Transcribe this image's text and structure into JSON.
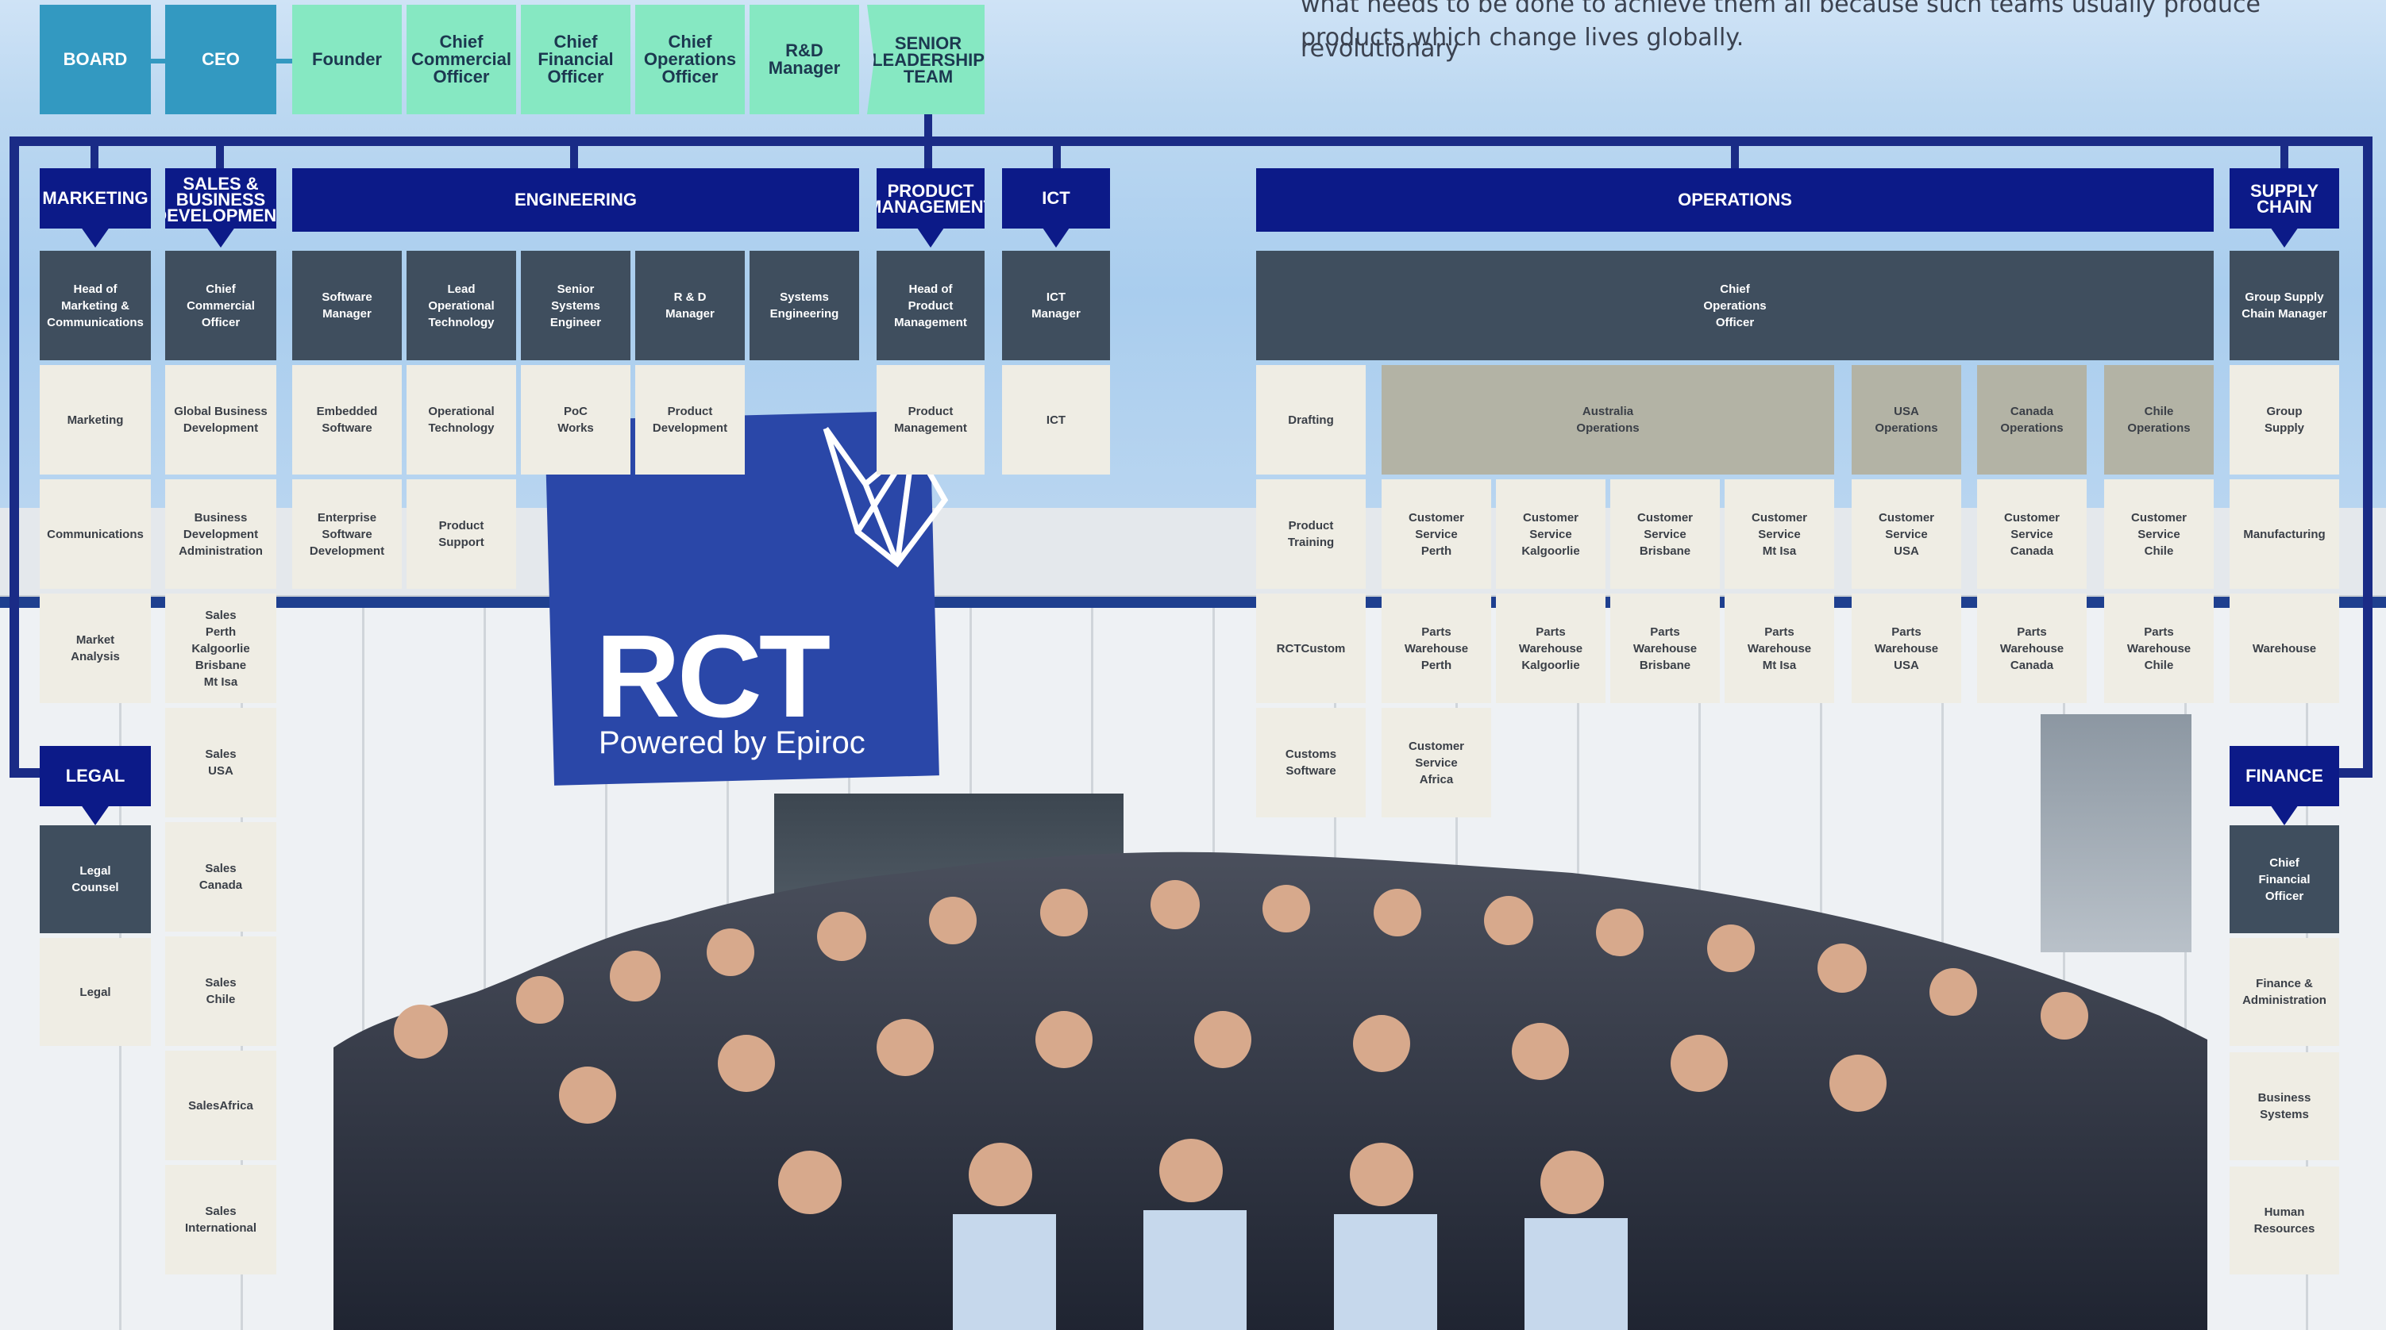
{
  "intro": {
    "line1": "what needs to be done to achieve them all because such teams usually produce revolutionary",
    "line2": "products which change lives globally."
  },
  "photo": {
    "sign_word": "RCT",
    "sign_subtitle": "Powered by Epiroc"
  },
  "colors": {
    "line": "#1a2b86",
    "board_ceo": "#3399c1",
    "leadership": "#86e8c2",
    "department": "#0c1a88",
    "head_role": "#3f4e5e",
    "team": "#efede4",
    "region": "#b3b3a5"
  },
  "top": {
    "board": "BOARD",
    "ceo": "CEO",
    "founder": "Founder",
    "cco": "Chief\nCommercial\nOfficer",
    "cfo": "Chief\nFinancial\nOfficer",
    "coo": "Chief\nOperations\nOfficer",
    "rd": "R&D\nManager",
    "slt": "SENIOR\nLEADERSHIP\nTEAM"
  },
  "depts": {
    "marketing": "MARKETING",
    "sales": "SALES &\nBUSINESS\nDEVELOPMENT",
    "engineering": "ENGINEERING",
    "product": "PRODUCT\nMANAGEMENT",
    "ict": "ICT",
    "operations": "OPERATIONS",
    "supply": "SUPPLY\nCHAIN",
    "legal": "LEGAL",
    "finance": "FINANCE"
  },
  "heads": {
    "marketing": "Head of\nMarketing &\nCommunications",
    "sales": "Chief\nCommercial\nOfficer",
    "software": "Software\nManager",
    "lead_ot": "Lead\nOperational\nTechnology",
    "senior_se": "Senior\nSystems\nEngineer",
    "rd": "R & D\nManager",
    "sys_eng": "Systems\nEngineering",
    "product": "Head of\nProduct\nManagement",
    "ict": "ICT\nManager",
    "operations": "Chief\nOperations\nOfficer",
    "supply": "Group Supply\nChain Manager",
    "legal": "Legal\nCounsel",
    "finance": "Chief\nFinancial\nOfficer"
  },
  "teams": {
    "marketing": [
      "Marketing",
      "Communications",
      "Market\nAnalysis"
    ],
    "sales": [
      "Global Business\nDevelopment",
      "Business\nDevelopment\nAdministration",
      "Sales\nPerth\nKalgoorlie\nBrisbane\nMt Isa",
      "Sales\nUSA",
      "Sales\nCanada",
      "Sales\nChile",
      "SalesAfrica",
      "Sales\nInternational"
    ],
    "software": [
      "Embedded\nSoftware",
      "Enterprise\nSoftware\nDevelopment"
    ],
    "lead_ot": [
      "Operational\nTechnology",
      "Product\nSupport"
    ],
    "senior_se": [
      "PoC\nWorks"
    ],
    "rd": [
      "Product\nDevelopment"
    ],
    "product": [
      "Product\nManagement"
    ],
    "ict": [
      "ICT"
    ],
    "ops_left": [
      "Drafting",
      "Product\nTraining",
      "RCTCustom",
      "Customs\nSoftware"
    ],
    "regions": [
      "Australia\nOperations",
      "USA\nOperations",
      "Canada\nOperations",
      "Chile\nOperations"
    ],
    "customer_service": [
      "Customer\nService\nPerth",
      "Customer\nService\nKalgoorlie",
      "Customer\nService\nBrisbane",
      "Customer\nService\nMt Isa",
      "Customer\nService\nUSA",
      "Customer\nService\nCanada",
      "Customer\nService\nChile"
    ],
    "parts_warehouse": [
      "Parts\nWarehouse\nPerth",
      "Parts\nWarehouse\nKalgoorlie",
      "Parts\nWarehouse\nBrisbane",
      "Parts\nWarehouse\nMt Isa",
      "Parts\nWarehouse\nUSA",
      "Parts\nWarehouse\nCanada",
      "Parts\nWarehouse\nChile"
    ],
    "cs_africa": "Customer\nService\nAfrica",
    "supply": [
      "Group\nSupply",
      "Manufacturing",
      "Warehouse"
    ],
    "legal": [
      "Legal"
    ],
    "finance": [
      "Finance &\nAdministration",
      "Business\nSystems",
      "Human\nResources"
    ]
  }
}
